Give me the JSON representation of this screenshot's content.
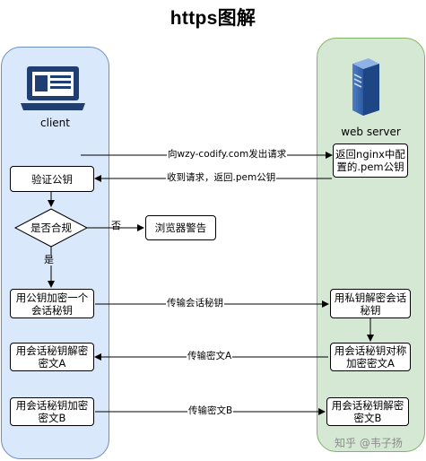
{
  "title": "https图解",
  "lanes": {
    "client": {
      "label": "client",
      "icon": "laptop-icon",
      "color": "#dae8fc",
      "border": "#6c8ebf"
    },
    "server": {
      "label": "web server",
      "icon": "server-icon",
      "color": "#d5e8d4",
      "border": "#82b366"
    }
  },
  "nodes": {
    "verify_key": "验证公钥",
    "is_valid": "是否合规",
    "browser_warning": "浏览器警告",
    "encrypt_session_key": "用公钥加密一个会话秘钥",
    "encrypt_a": "用会话秘钥解密密文A",
    "encrypt_b": "用会话秘钥加密密文B",
    "return_pem": "返回nginx中配置的.pem公钥",
    "decrypt_session_key": "用私钥解密会话秘钥",
    "sym_encrypt_a": "用会话秘钥对称加密密文A",
    "decrypt_b": "用会话秘钥解密密文B"
  },
  "edges": {
    "request": "向wzy-codify.com发出请求",
    "received": "收到请求，返回.pem公钥",
    "no": "否",
    "yes": "是",
    "send_session_key": "传输会话秘钥",
    "send_a": "传输密文A",
    "send_b": "传输密文B"
  },
  "watermark": "知乎 @韦子扬"
}
